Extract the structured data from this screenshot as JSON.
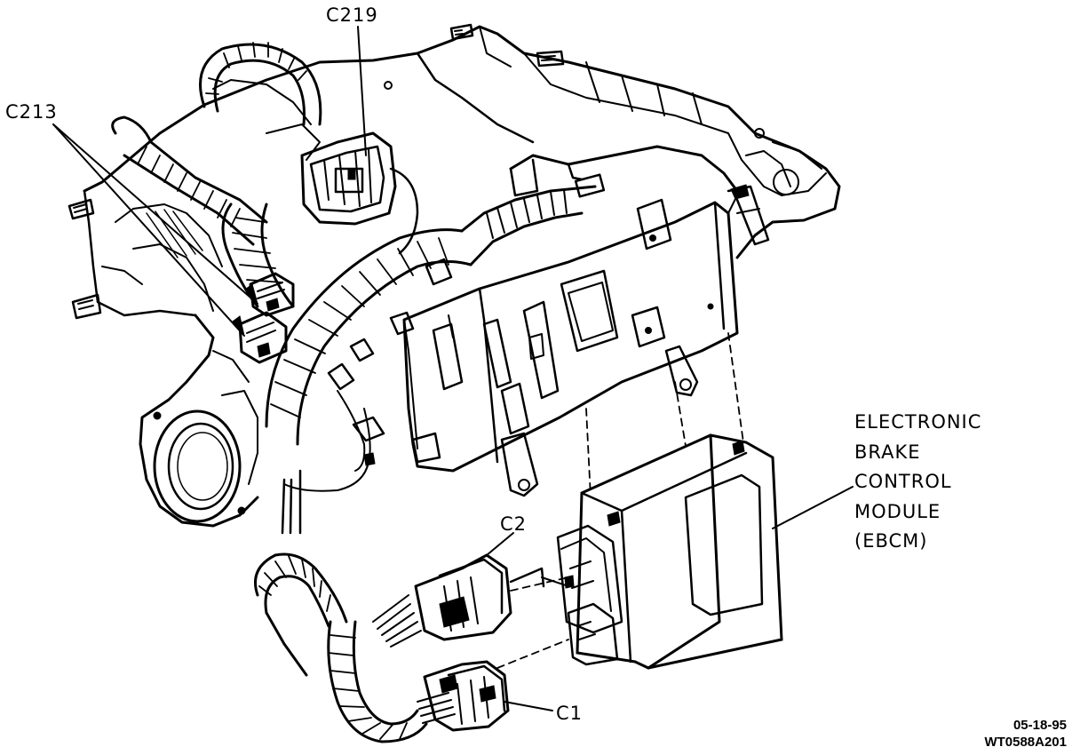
{
  "figure": {
    "labels": {
      "c213": "C213",
      "c219": "C219",
      "c2": "C2",
      "c1": "C1",
      "ebcm_line1": "ELECTRONIC",
      "ebcm_line2": "BRAKE",
      "ebcm_line3": "CONTROL",
      "ebcm_line4": "MODULE",
      "ebcm_line5": "(EBCM)"
    },
    "footer": {
      "date": "05-18-95",
      "figure_code": "WT0588A201"
    }
  }
}
